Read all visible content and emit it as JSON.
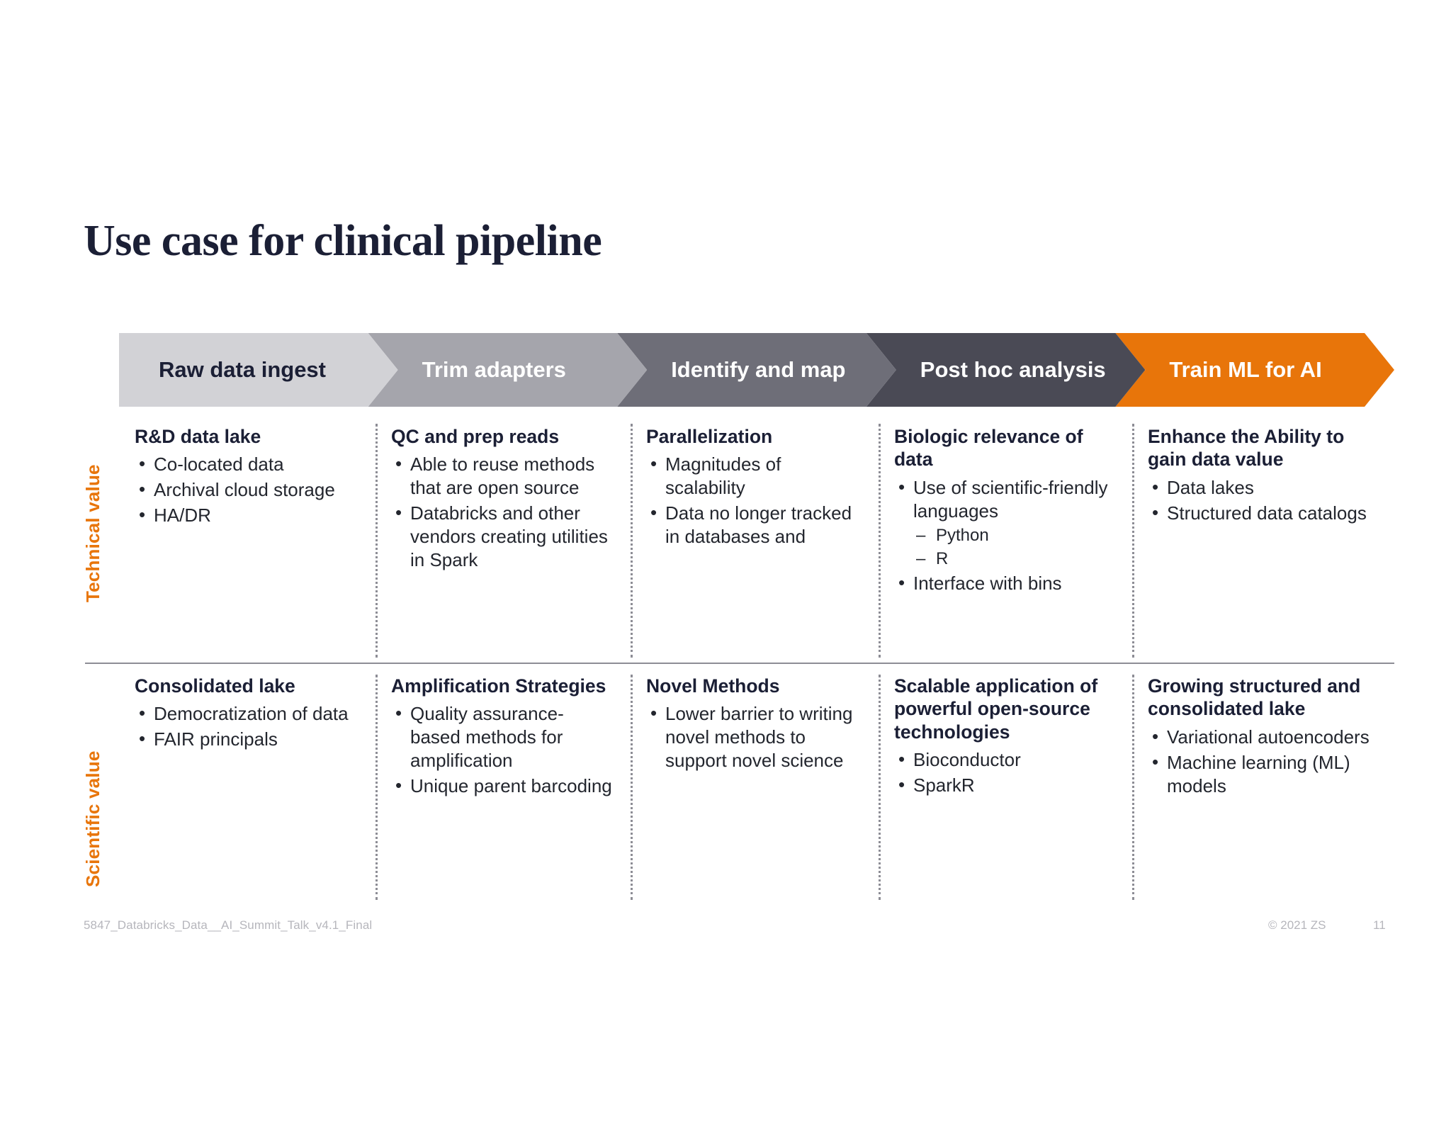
{
  "slide": {
    "title": "Use case for clinical pipeline",
    "accent_color": "#E8750A",
    "title_color": "#1b1f35"
  },
  "pipeline": {
    "stages": [
      {
        "label": "Raw data ingest",
        "fill": "#d2d2d6",
        "text_color": "#1b1f35"
      },
      {
        "label": "Trim adapters",
        "fill": "#a5a5ac",
        "text_color": "#ffffff"
      },
      {
        "label": "Identify and map",
        "fill": "#6e6e78",
        "text_color": "#ffffff"
      },
      {
        "label": "Post hoc analysis",
        "fill": "#4a4a55",
        "text_color": "#ffffff"
      },
      {
        "label": "Train ML for AI",
        "fill": "#E8750A",
        "text_color": "#ffffff"
      }
    ]
  },
  "rows": [
    {
      "side_label": "Technical value",
      "cells": [
        {
          "heading": "R&D data lake",
          "bullets": [
            {
              "text": "Co-located data"
            },
            {
              "text": "Archival cloud storage"
            },
            {
              "text": "HA/DR"
            }
          ]
        },
        {
          "heading": "QC and prep reads",
          "bullets": [
            {
              "text": "Able to reuse methods that are open source"
            },
            {
              "text": "Databricks and other vendors creating utilities in Spark"
            }
          ]
        },
        {
          "heading": "Parallelization",
          "bullets": [
            {
              "text": "Magnitudes of scalability"
            },
            {
              "text": "Data no longer tracked in databases and"
            }
          ]
        },
        {
          "heading": "Biologic relevance of data",
          "bullets": [
            {
              "text": "Use of scientific-friendly languages",
              "sub": [
                "Python",
                "R"
              ]
            },
            {
              "text": "Interface with bins"
            }
          ]
        },
        {
          "heading": "Enhance the Ability to gain data value",
          "bullets": [
            {
              "text": "Data lakes"
            },
            {
              "text": "Structured data catalogs"
            }
          ]
        }
      ]
    },
    {
      "side_label": "Scientific value",
      "cells": [
        {
          "heading": "Consolidated lake",
          "bullets": [
            {
              "text": "Democratization of data"
            },
            {
              "text": "FAIR principals"
            }
          ]
        },
        {
          "heading": "Amplification Strategies",
          "bullets": [
            {
              "text": "Quality assurance-based methods for amplification"
            },
            {
              "text": "Unique parent barcoding"
            }
          ]
        },
        {
          "heading": "Novel Methods",
          "bullets": [
            {
              "text": "Lower barrier to writing novel methods to support novel science"
            }
          ]
        },
        {
          "heading": "Scalable application of powerful open-source technologies",
          "bullets": [
            {
              "text": "Bioconductor"
            },
            {
              "text": "SparkR"
            }
          ]
        },
        {
          "heading": "Growing structured and consolidated lake",
          "bullets": [
            {
              "text": "Variational autoencoders"
            },
            {
              "text": "Machine learning (ML) models"
            }
          ]
        }
      ]
    }
  ],
  "footer": {
    "file_name": "5847_Databricks_Data__AI_Summit_Talk_v4.1_Final",
    "copyright": "© 2021 ZS",
    "page_number": "11"
  }
}
